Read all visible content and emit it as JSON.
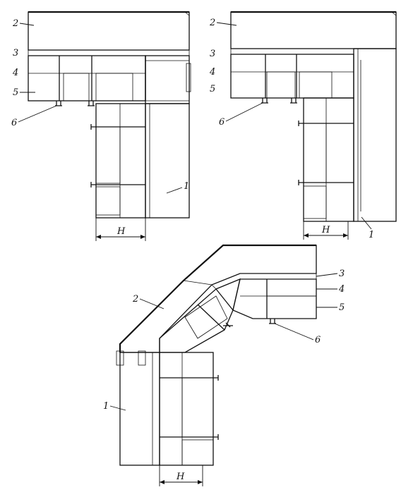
{
  "figure": {
    "top_left": {
      "labels": {
        "n1": "1",
        "n2": "2",
        "n3": "3",
        "n4": "4",
        "n5": "5",
        "n6": "6",
        "dim": "H"
      }
    },
    "top_right": {
      "labels": {
        "n1": "1",
        "n2": "2",
        "n3": "3",
        "n4": "4",
        "n5": "5",
        "n6": "6",
        "dim": "H"
      }
    },
    "bottom": {
      "labels": {
        "n1": "1",
        "n2": "2",
        "n3": "3",
        "n4": "4",
        "n5": "5",
        "n6": "6",
        "dim": "H"
      }
    },
    "colors": {
      "ink": "#111111",
      "paper": "#ffffff"
    }
  }
}
